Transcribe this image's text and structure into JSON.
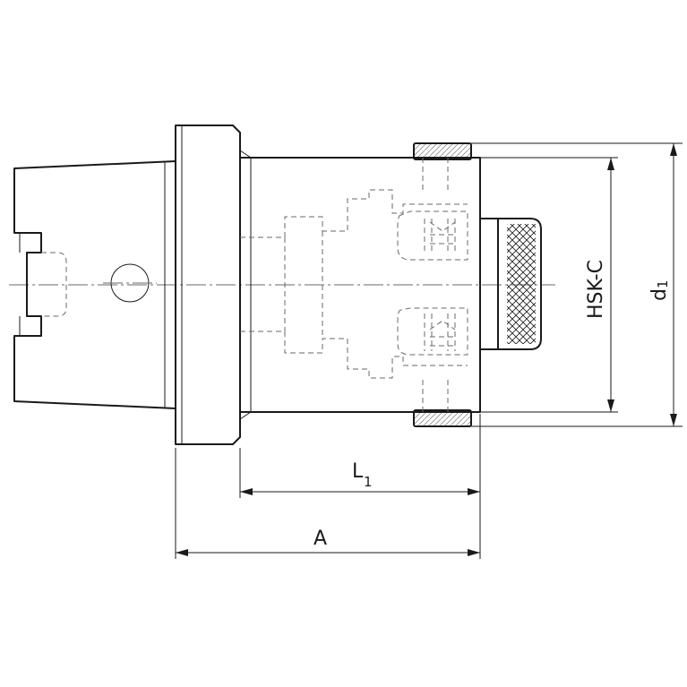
{
  "dimensions": {
    "l1": {
      "main": "L",
      "sub": "1"
    },
    "a": {
      "main": "A"
    },
    "hsk": {
      "main": "HSK-C"
    },
    "d1": {
      "main": "d",
      "sub": "1"
    }
  },
  "colors": {
    "line": "#1a1a1a",
    "hidden_line": "#6a6a6a",
    "background": "#ffffff"
  }
}
